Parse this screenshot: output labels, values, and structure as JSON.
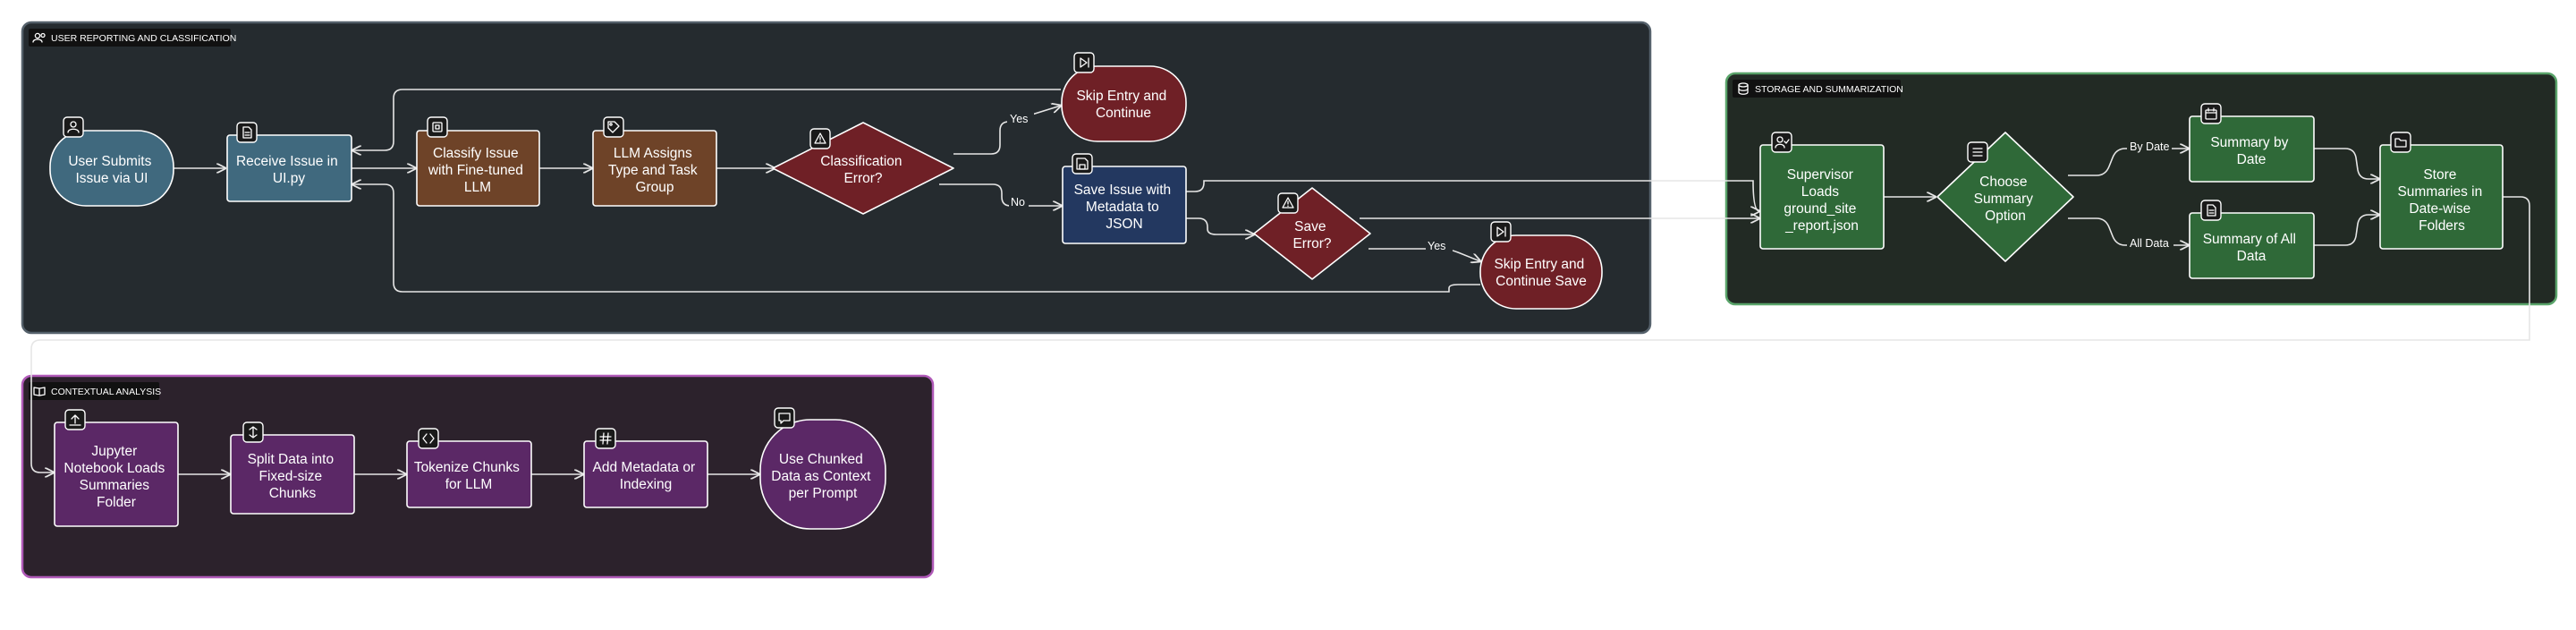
{
  "groups": {
    "user_reporting": {
      "title": "USER REPORTING AND CLASSIFICATION",
      "icon": "users-icon"
    },
    "storage": {
      "title": "STORAGE AND SUMMARIZATION",
      "icon": "database-icon"
    },
    "contextual": {
      "title": "CONTEXTUAL ANALYSIS",
      "icon": "book-icon"
    }
  },
  "nodes": {
    "user_submits": {
      "lines": [
        "User Submits",
        "Issue via UI"
      ],
      "icon": "user-icon"
    },
    "receive_issue": {
      "lines": [
        "Receive Issue in",
        "UI.py"
      ],
      "icon": "file-icon"
    },
    "classify_issue": {
      "lines": [
        "Classify Issue",
        "with Fine-tuned",
        "LLM"
      ],
      "icon": "cpu-icon"
    },
    "llm_assigns": {
      "lines": [
        "LLM Assigns",
        "Type and Task",
        "Group"
      ],
      "icon": "tag-icon"
    },
    "classification_error": {
      "lines": [
        "Classification",
        "Error?"
      ],
      "icon": "warning-icon"
    },
    "skip_entry": {
      "lines": [
        "Skip Entry and",
        "Continue"
      ],
      "icon": "skip-forward-icon"
    },
    "save_issue": {
      "lines": [
        "Save Issue with",
        "Metadata to",
        "JSON"
      ],
      "icon": "save-icon"
    },
    "save_error": {
      "lines": [
        "Save",
        "Error?"
      ],
      "icon": "warning-icon"
    },
    "skip_entry_save": {
      "lines": [
        "Skip Entry and",
        "Continue Save"
      ],
      "icon": "skip-forward-icon"
    },
    "supervisor_loads": {
      "lines": [
        "Supervisor",
        "Loads",
        "ground_site",
        "_report.json"
      ],
      "icon": "user-check-icon"
    },
    "choose_summary": {
      "lines": [
        "Choose",
        "Summary",
        "Option"
      ],
      "icon": "list-icon"
    },
    "summary_by_date": {
      "lines": [
        "Summary by",
        "Date"
      ],
      "icon": "calendar-icon"
    },
    "summary_all_data": {
      "lines": [
        "Summary of All",
        "Data"
      ],
      "icon": "file-text-icon"
    },
    "store_summaries": {
      "lines": [
        "Store",
        "Summaries in",
        "Date-wise",
        "Folders"
      ],
      "icon": "folder-icon"
    },
    "jupyter_loads": {
      "lines": [
        "Jupyter",
        "Notebook Loads",
        "Summaries",
        "Folder"
      ],
      "icon": "upload-icon"
    },
    "split_data": {
      "lines": [
        "Split Data into",
        "Fixed-size",
        "Chunks"
      ],
      "icon": "split-icon"
    },
    "tokenize": {
      "lines": [
        "Tokenize Chunks",
        "for LLM"
      ],
      "icon": "code-icon"
    },
    "add_metadata": {
      "lines": [
        "Add Metadata or",
        "Indexing"
      ],
      "icon": "hash-icon"
    },
    "use_chunked": {
      "lines": [
        "Use Chunked",
        "Data as Context",
        "per Prompt"
      ],
      "icon": "message-icon"
    }
  },
  "edge_labels": {
    "yes_1": "Yes",
    "no_1": "No",
    "yes_2": "Yes",
    "by_date": "By Date",
    "all_data": "All Data"
  },
  "colors": {
    "group1_bg": "#252b2f",
    "group1_border": "#55616b",
    "group2_bg": "#222a24",
    "group2_border": "#5aa46a",
    "group3_bg": "#2c222c",
    "group3_border": "#b05ab8",
    "teal": "#40697e",
    "brown": "#6e4328",
    "red": "#6f2026",
    "navy": "#233860",
    "green": "#2f6938",
    "purple": "#5b2866"
  }
}
